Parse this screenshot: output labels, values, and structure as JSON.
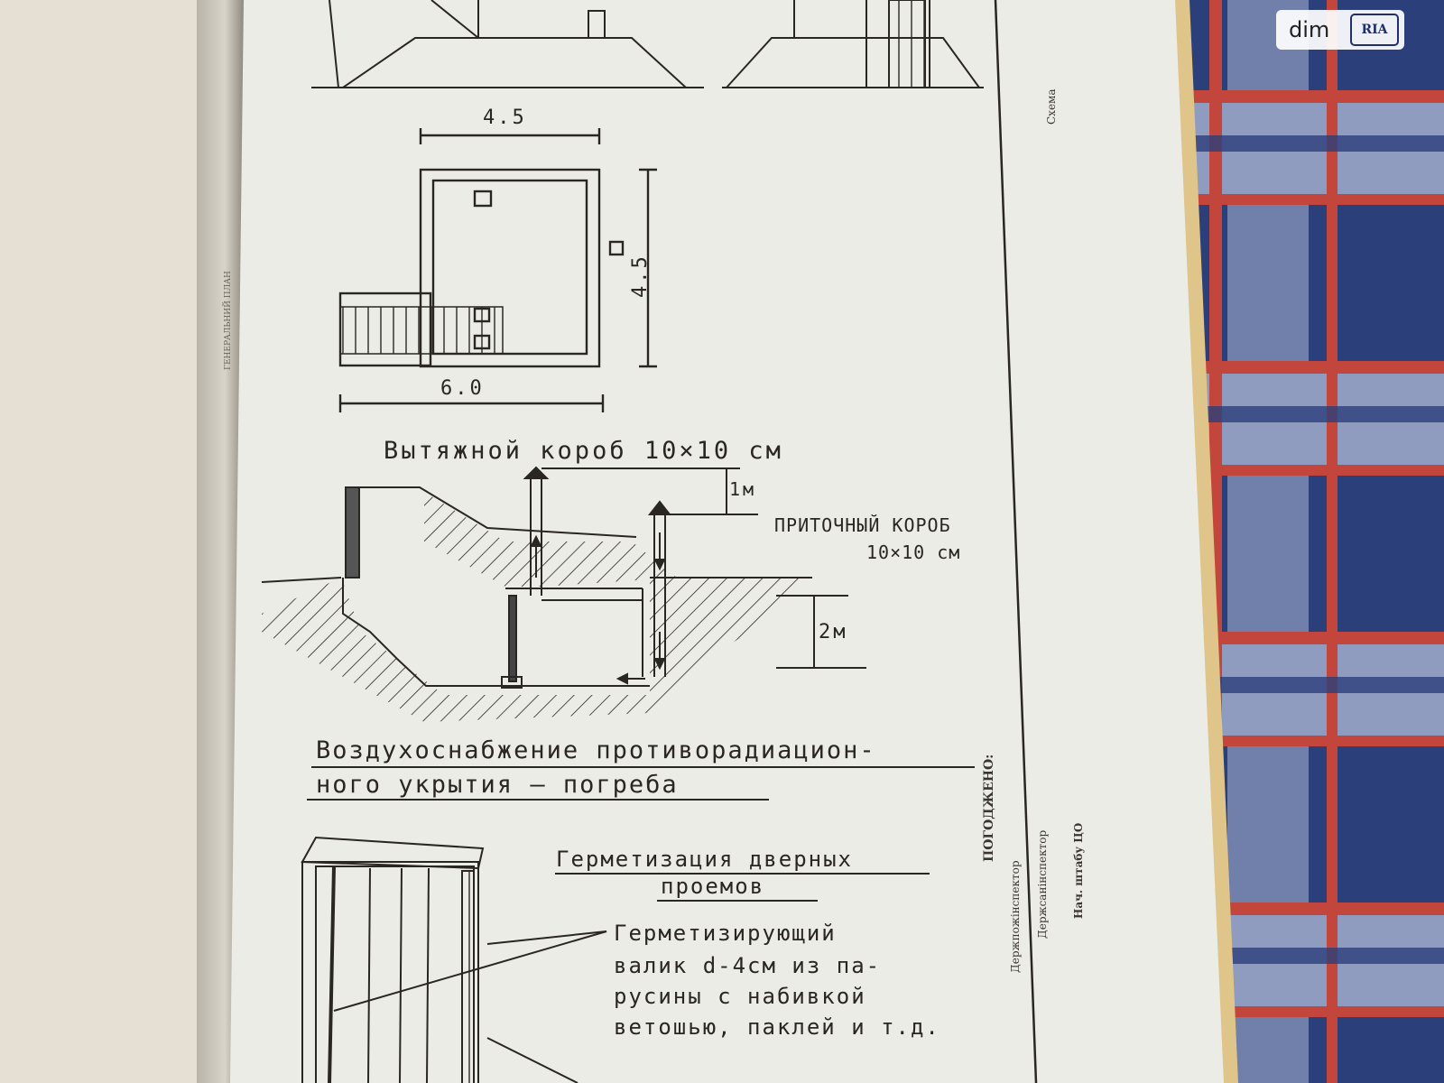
{
  "watermark": {
    "brand": "dim",
    "badge": "RIA"
  },
  "plan": {
    "dim_top": "4.5",
    "dim_right": "4.5",
    "dim_bottom": "6.0"
  },
  "ventilation": {
    "exhaust_label": "Вытяжной короб 10×10 см",
    "height_1m": "1м",
    "supply_label_line1": "ПРИТОЧНЫЙ КОРОБ",
    "supply_label_line2": "10×10 см",
    "height_2m": "2м"
  },
  "caption": {
    "line1": "Воздухоснабжение противорадиацион-",
    "line2": "ного укрытия – погреба"
  },
  "door": {
    "title_line1": "Герметизация дверных",
    "title_line2": "проемов",
    "note_line1": "Герметизирующий",
    "note_line2": "валик d-4см из па-",
    "note_line3": "русины с набивкой",
    "note_line4": "ветошью, паклей и т.д."
  },
  "sidebar": {
    "signature": "ПОГОДЖЕНО:",
    "inspector1": "Держпожінспектор",
    "inspector2": "Держсанінспектор",
    "staff": "Нач. штабу ЦО",
    "top_note": "Схема"
  },
  "colors": {
    "paper": "#ecece6",
    "ink": "#2a2622",
    "cloth_blue": "#2b3f7a",
    "cloth_red": "#c3463c"
  }
}
